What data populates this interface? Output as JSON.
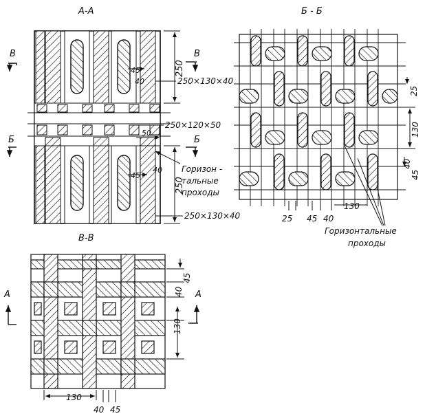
{
  "sections": {
    "aa": "А-А",
    "bb": "Б - Б",
    "vv": "В-В"
  },
  "markers": {
    "b": "Б",
    "v": "В",
    "a": "А"
  },
  "aa_labels": {
    "brick_top": "250×130×40",
    "brick_mid": "250×120×50",
    "brick_bot": "250×130×40",
    "passages_1": "Горизон -",
    "passages_2": "тальные",
    "passages_3": "проходы"
  },
  "aa_dims": {
    "d45_top": "45",
    "d40_top": "40",
    "d250_top": "250",
    "d50": "50",
    "d45_bot": "45",
    "d40_bot": "40",
    "d250_bot": "250"
  },
  "bb_dims": {
    "d25_right": "25",
    "d130_right": "130",
    "d45_right": "45",
    "d40_right": "40",
    "d25_bottom": "25",
    "d45_bottom": "45",
    "d40_bottom": "40",
    "d130_bottom": "130"
  },
  "bb_labels": {
    "passages_1": "Горизонтальные",
    "passages_2": "проходы"
  },
  "vv_dims": {
    "d45_right": "45",
    "d40_right": "40",
    "d130_right": "130",
    "d130_bottom": "130",
    "d40_bottom": "40",
    "d45_bottom": "45"
  }
}
